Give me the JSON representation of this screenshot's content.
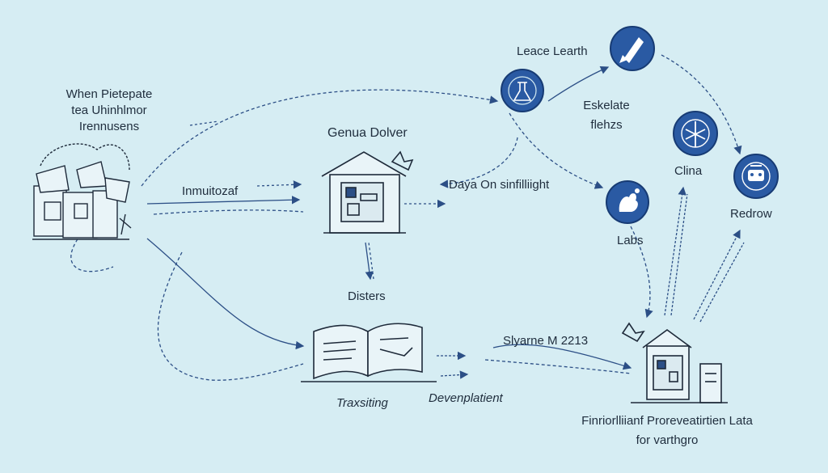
{
  "labels": {
    "top_left_1": "When Pietepate",
    "top_left_2": "tea Uhinhlmor",
    "top_left_3": "Irennusens",
    "genua_dolver": "Genua Dolver",
    "inmuitozaf": "Inmuitozaf",
    "daya": "Daya On sinfilliight",
    "leace_learth": "Leace Learth",
    "eskelate_1": "Eskelate",
    "eskelate_2": "flehzs",
    "clina": "Clina",
    "redrow": "Redrow",
    "labs": "Labs",
    "disters": "Disters",
    "slyarne": "Slyarne M 2213",
    "traxsiting": "Traxsiting",
    "devenplatient": "Devenplatient",
    "bottom_right_1": "Finriorlliianf Proreveatirtien Lata",
    "bottom_right_2": "for varthgro"
  },
  "icons": {
    "pile": "document-pile-icon",
    "house_center": "house-document-icon",
    "book": "open-book-icon",
    "house_right": "house-document-icon",
    "circle_lab": "lab-flask-icon",
    "circle_rocket": "rocket-icon",
    "circle_gear": "gear-person-icon",
    "circle_robot": "robot-icon",
    "circle_labs": "labs-tree-icon"
  },
  "colors": {
    "background": "#d6edf3",
    "line": "#2c4f86",
    "circle_fill": "#2a5aa3",
    "text": "#1f2d3d"
  }
}
